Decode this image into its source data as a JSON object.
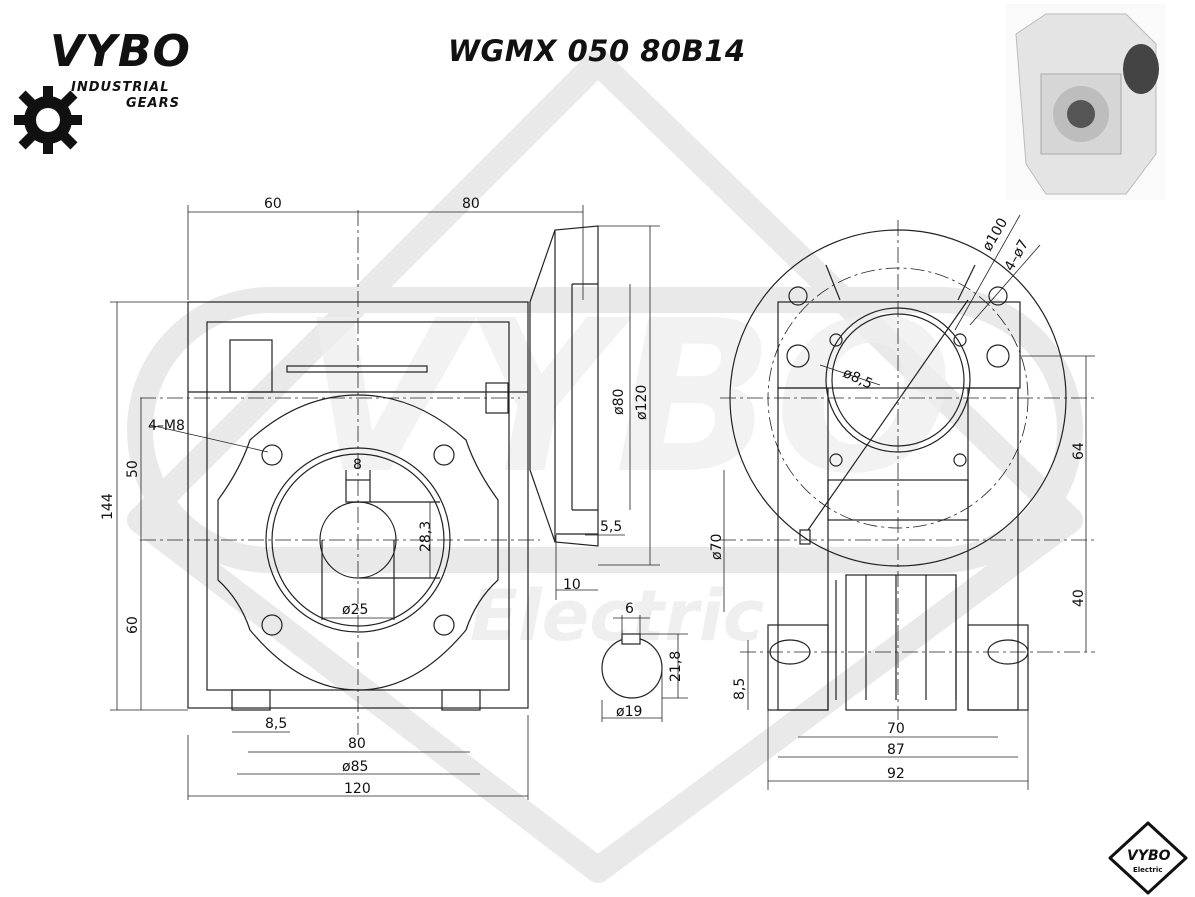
{
  "title": "WGMX 050 80B14",
  "brand": {
    "name": "VYBO",
    "line1": "INDUSTRIAL",
    "line2": "GEARS"
  },
  "badge": {
    "name": "VYBO",
    "sub": "Electric"
  },
  "watermark": {
    "name": "VYBO",
    "sub": "Electric"
  },
  "colors": {
    "line": "#222222",
    "watermark": "#e6e6e6",
    "watermark_red": "#f3c9c9"
  },
  "dimensions": {
    "front": {
      "top_left": "60",
      "top_right": "80",
      "height_total": "144",
      "height_upper": "50",
      "height_lower": "60",
      "bolt_label": "4–M8",
      "key_width": "8",
      "key_depth": "28,3",
      "bore": "ø25",
      "foot_offset": "8,5",
      "foot_spacing": "80",
      "flange_dia": "ø85",
      "base_width": "120"
    },
    "side_flange": {
      "dia_inner": "ø80",
      "dia_outer": "ø120",
      "spigot": "5,5",
      "thickness": "10"
    },
    "shaft_section": {
      "key_width": "6",
      "key_height": "21,8",
      "diameter": "ø19"
    },
    "right": {
      "pcd": "ø100",
      "holes": "4–ø7",
      "bore_holes": "ø8,5",
      "upper_height": "64",
      "lower_height": "40",
      "shaft_height": "ø70",
      "foot_height": "8,5",
      "foot_inner": "70",
      "foot_mid": "87",
      "foot_outer": "92"
    }
  }
}
